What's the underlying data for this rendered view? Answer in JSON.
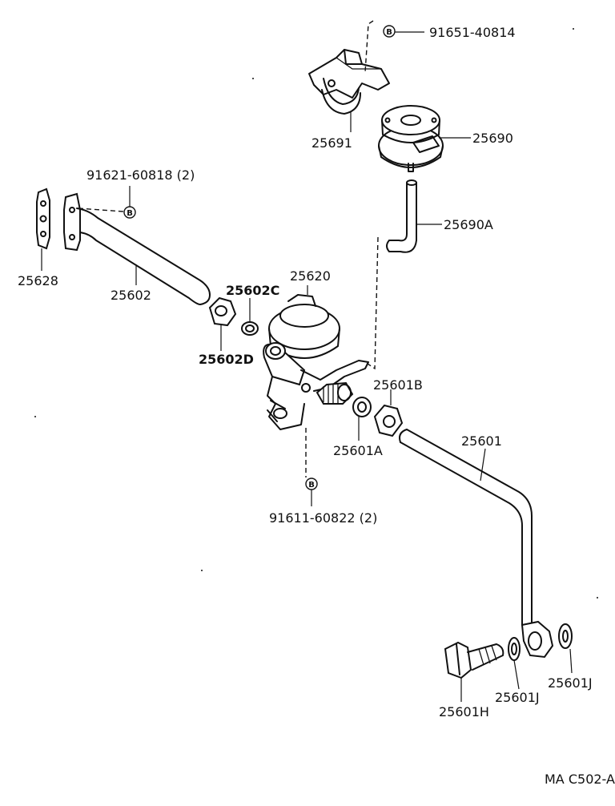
{
  "labels": {
    "p91651": "91651-40814",
    "p25691": "25691",
    "p25690": "25690",
    "p91621": "91621-60818 (2)",
    "p25690A": "25690A",
    "p25628": "25628",
    "p25602": "25602",
    "p25620": "25620",
    "p25602C": "25602C",
    "p25602D": "25602D",
    "p25601B": "25601B",
    "p25601A": "25601A",
    "p25601": "25601",
    "p91611": "91611-60822 (2)",
    "p25601J_a": "25601J",
    "p25601J_b": "25601J",
    "p25601H": "25601H",
    "code": "MA C502-A"
  },
  "markers": {
    "b1": "B",
    "b2": "B",
    "b3": "B"
  }
}
